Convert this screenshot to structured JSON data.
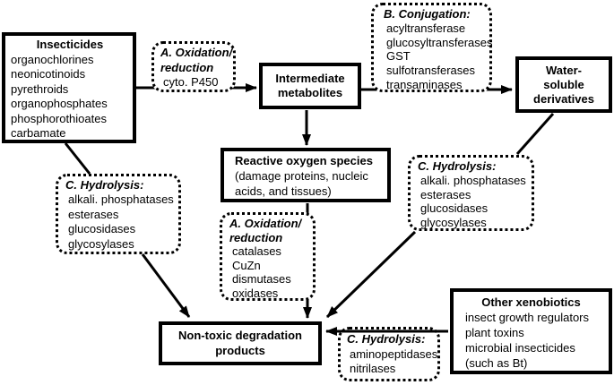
{
  "figure": {
    "title": "Insecticide degradation pathways diagram",
    "background_color": "#ffffff",
    "ink_color": "#000000"
  },
  "nodes": {
    "insecticides": {
      "style": "solid",
      "title_lines": [
        "Insecticides"
      ],
      "items": [
        "organochlorines",
        "neonicotinoids",
        "pyrethroids",
        "organophosphates",
        "phosphorothioates",
        "carbamate"
      ]
    },
    "ox_top": {
      "style": "dashed",
      "title_lines": [
        "A. Oxidation/",
        "reduction"
      ],
      "items": [
        "cyto. P450"
      ]
    },
    "intermediate": {
      "style": "solid",
      "title_lines": [
        "Intermediate",
        "metabolites"
      ],
      "items": []
    },
    "conjugation": {
      "style": "dashed",
      "title_lines": [
        "B. Conjugation:"
      ],
      "items": [
        "acyltransferase",
        "glucosyltransferases",
        "GST",
        "sulfotransferases",
        "transaminases"
      ]
    },
    "water_soluble": {
      "style": "solid",
      "title_lines": [
        "Water-",
        "soluble",
        "derivatives"
      ],
      "items": []
    },
    "ros": {
      "style": "solid",
      "title_lines": [
        "Reactive oxygen species"
      ],
      "items": [
        "(damage proteins, nucleic",
        "acids, and tissues)"
      ]
    },
    "hyd_left": {
      "style": "dashed",
      "title_lines": [
        "C. Hydrolysis:"
      ],
      "items": [
        "alkali. phosphatases",
        "esterases",
        "glucosidases",
        "glycosylases"
      ]
    },
    "hyd_right": {
      "style": "dashed",
      "title_lines": [
        "C. Hydrolysis:"
      ],
      "items": [
        "alkali. phosphatases",
        "esterases",
        "glucosidases",
        "glycosylases"
      ]
    },
    "ox_center": {
      "style": "dashed",
      "title_lines": [
        "A. Oxidation/",
        "reduction"
      ],
      "items": [
        "catalases",
        "CuZn",
        "dismutases",
        "oxidases"
      ]
    },
    "nontoxic": {
      "style": "solid",
      "title_lines": [
        "Non-toxic degradation",
        "products"
      ],
      "items": []
    },
    "xenobiotics": {
      "style": "solid",
      "title_lines": [
        "Other xenobiotics"
      ],
      "items": [
        "insect growth regulators",
        "plant toxins",
        "microbial insecticides",
        "(such as Bt)"
      ]
    },
    "hyd_bottom": {
      "style": "dashed",
      "title_lines": [
        "C. Hydrolysis:"
      ],
      "items": [
        "aminopeptidases",
        "nitrilases"
      ]
    }
  },
  "edges": [
    {
      "from": "Insecticides",
      "via": "A. Oxidation/reduction (cyto. P450)",
      "to": "Intermediate metabolites"
    },
    {
      "from": "Intermediate metabolites",
      "via": "B. Conjugation",
      "to": "Water-soluble derivatives"
    },
    {
      "from": "Intermediate metabolites",
      "to": "Reactive oxygen species"
    },
    {
      "from": "Reactive oxygen species",
      "via": "A. Oxidation/reduction (catalases, CuZn dismutases, oxidases)",
      "to": "Non-toxic degradation products"
    },
    {
      "from": "Insecticides",
      "via": "C. Hydrolysis (alkali. phosphatases, esterases, glucosidases, glycosylases)",
      "to": "Non-toxic degradation products"
    },
    {
      "from": "Water-soluble derivatives",
      "via": "C. Hydrolysis (alkali. phosphatases, esterases, glucosidases, glycosylases)",
      "to": "Non-toxic degradation products"
    },
    {
      "from": "Other xenobiotics",
      "via": "C. Hydrolysis (aminopeptidases, nitrilases)",
      "to": "Non-toxic degradation products"
    }
  ]
}
